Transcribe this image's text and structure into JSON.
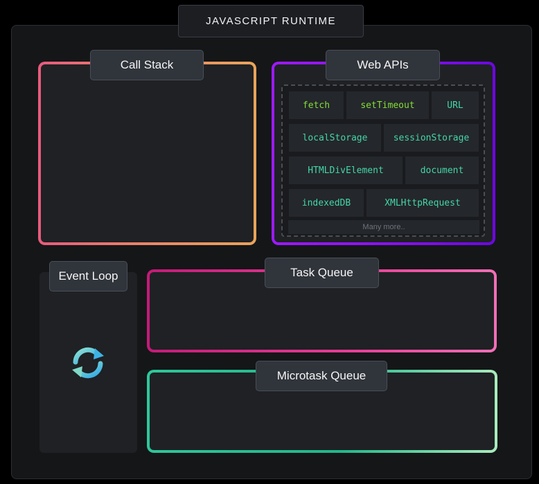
{
  "runtime": {
    "title": "JAVASCRIPT RUNTIME"
  },
  "call_stack": {
    "label": "Call Stack"
  },
  "web_apis": {
    "label": "Web APIs",
    "items": [
      "fetch",
      "setTimeout",
      "URL",
      "localStorage",
      "sessionStorage",
      "HTMLDivElement",
      "document",
      "indexedDB",
      "XMLHttpRequest"
    ],
    "more": "Many more.."
  },
  "event_loop": {
    "label": "Event Loop",
    "icon": "refresh-icon"
  },
  "task_queue": {
    "label": "Task Queue"
  },
  "microtask_queue": {
    "label": "Microtask Queue"
  },
  "colors": {
    "call_stack": "#e85b7d",
    "web_apis": "#9d1aff",
    "task_queue": "#e83f96",
    "microtask_queue": "#2ec79b",
    "api_text": "#44d6a8",
    "api_text_highlight": "#84de38"
  }
}
